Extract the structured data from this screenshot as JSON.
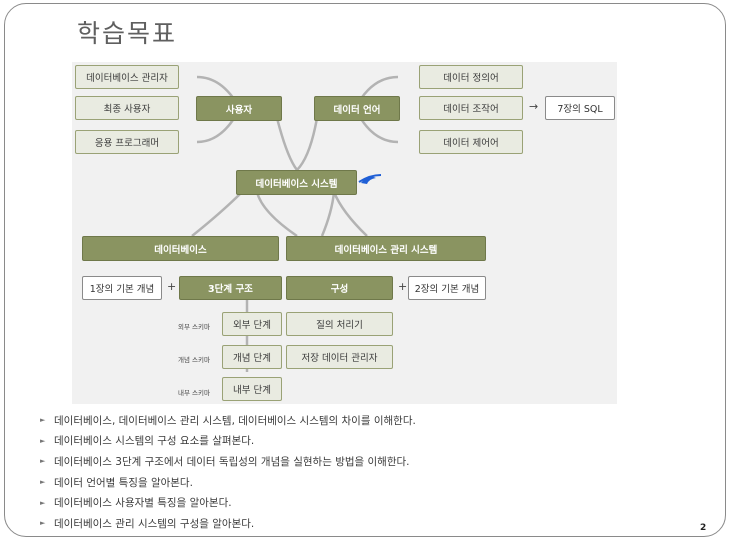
{
  "slide": {
    "title": "학습목표",
    "page_number": "2"
  },
  "diagram": {
    "users_group": [
      "데이터베이스 관리자",
      "최종 사용자",
      "응용 프로그래머"
    ],
    "users_hub": "사용자",
    "language_hub": "데이터 언어",
    "language_group": [
      "데이터 정의어",
      "데이터 조작어",
      "데이터 제어어"
    ],
    "sql_ref": "7장의 SQL",
    "center": "데이터베이스 시스템",
    "database": "데이터베이스",
    "dbms": "데이터베이스 관리 시스템",
    "basic_concepts_1": "1장의 기본 개념",
    "three_level": "3단계 구조",
    "components": "구성",
    "basic_concepts_2": "2장의 기본 개념",
    "schemas": [
      {
        "schema": "외부 스키마",
        "level": "외부 단계"
      },
      {
        "schema": "개념 스키마",
        "level": "개념 단계"
      },
      {
        "schema": "내부 스키마",
        "level": "내부 단계"
      }
    ],
    "dbms_parts": [
      "질의 처리기",
      "저장 데이터 관리자"
    ],
    "plus": "+",
    "arrow": "→"
  },
  "objectives": [
    "데이터베이스, 데이터베이스 관리 시스템, 데이터베이스 시스템의 차이를 이해한다.",
    "데이터베이스 시스템의 구성 요소를 살펴본다.",
    "데이터베이스 3단계 구조에서 데이터 독립성의 개념을 실현하는 방법을 이해한다.",
    "데이터 언어별 특징을 알아본다.",
    "데이터베이스 사용자별 특징을 알아본다.",
    "데이터베이스 관리 시스템의 구성을 알아본다."
  ],
  "bullet_glyph": "►",
  "colors": {
    "hub_fill": "#8a9461",
    "node_fill": "#e9ebe1",
    "annotation": "#1f5fd6"
  }
}
